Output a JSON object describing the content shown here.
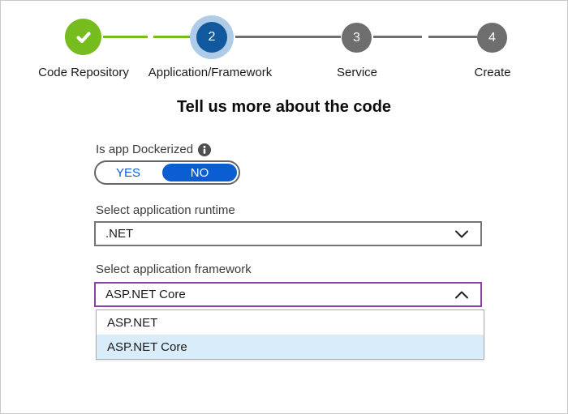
{
  "stepper": {
    "steps": [
      {
        "label": "Code Repository",
        "state": "completed",
        "icon": "checkmark-icon"
      },
      {
        "number": "2",
        "label": "Application/Framework",
        "state": "current"
      },
      {
        "number": "3",
        "label": "Service",
        "state": "upcoming"
      },
      {
        "number": "4",
        "label": "Create",
        "state": "upcoming"
      }
    ]
  },
  "page": {
    "title": "Tell us more about the code"
  },
  "form": {
    "dockerized": {
      "label": "Is app Dockerized",
      "info_icon": "info-icon",
      "yes_label": "YES",
      "no_label": "NO",
      "selected": "NO"
    },
    "runtime": {
      "label": "Select application runtime",
      "value": ".NET",
      "expanded": false,
      "chevron": "chevron-down-icon"
    },
    "framework": {
      "label": "Select application framework",
      "value": "ASP.NET Core",
      "expanded": true,
      "chevron": "chevron-up-icon",
      "options": [
        {
          "label": "ASP.NET",
          "highlighted": false
        },
        {
          "label": "ASP.NET Core",
          "highlighted": true
        }
      ]
    }
  },
  "colors": {
    "step_completed_green": "#77BC1F",
    "step_current_blue": "#11589D",
    "step_current_halo": "#AECCE8",
    "step_upcoming_gray": "#6E6E6E",
    "toggle_blue": "#0D5DD2",
    "framework_border_purple": "#8E3FA8",
    "dropdown_highlight_blue": "#D9ECF9"
  }
}
